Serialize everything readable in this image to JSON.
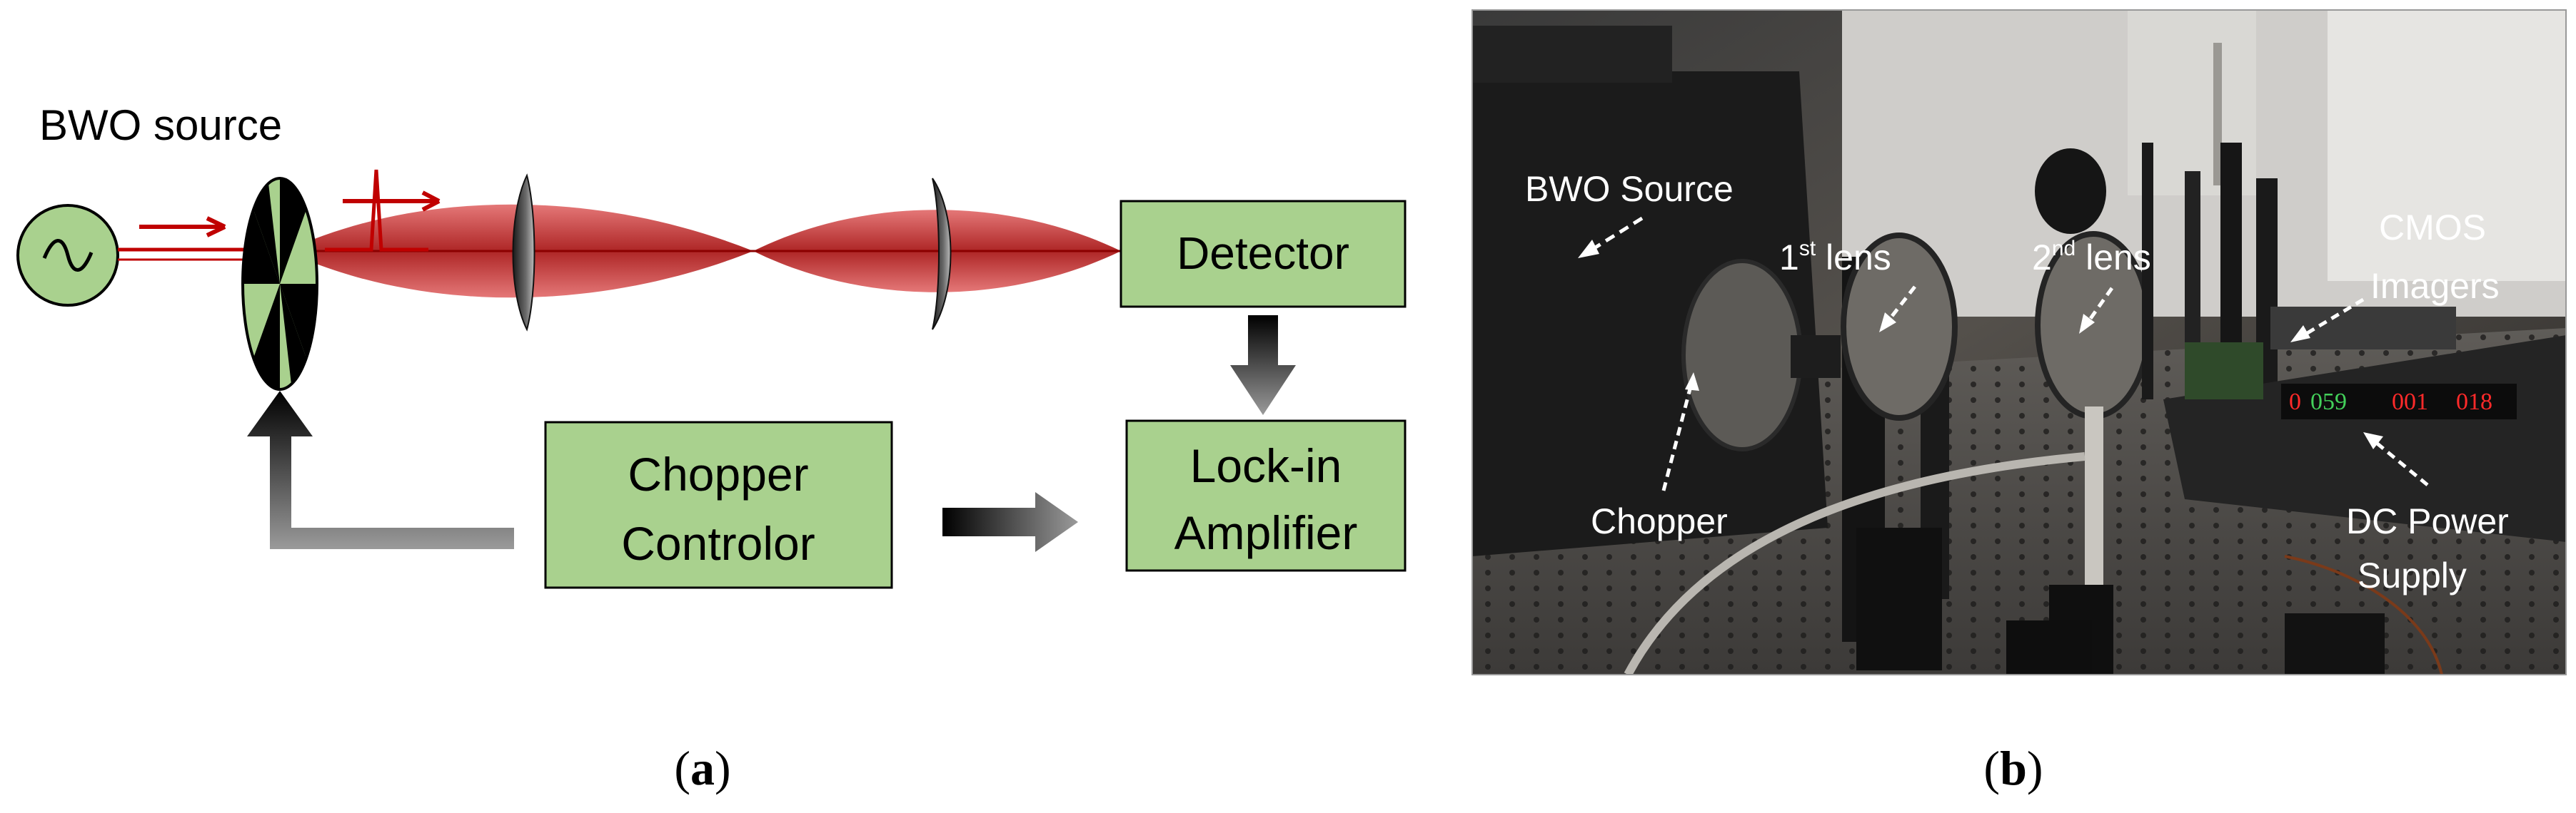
{
  "panel_a": {
    "caption_open": "(",
    "caption_letter": "a",
    "caption_close": ")",
    "source_label": "BWO source",
    "detector_label": "Detector",
    "chopper_line1": "Chopper",
    "chopper_line2": "Controlor",
    "lockin_line1": "Lock-in",
    "lockin_line2": "Amplifier",
    "colors": {
      "box_fill": "#a9d18e",
      "beam": "#c00000",
      "arrow_gray": "#8c8c8c",
      "arrow_dark": "#000000"
    }
  },
  "panel_b": {
    "caption_open": "(",
    "caption_letter": "b",
    "caption_close": ")",
    "labels": {
      "bwo_source": "BWO Source",
      "first_lens_num": "1",
      "first_lens_sup": "st",
      "first_lens_word": " lens",
      "second_lens_num": "2",
      "second_lens_sup": "nd",
      "second_lens_word": " lens",
      "cmos_line1": "CMOS",
      "cmos_line2": "Imagers",
      "chopper": "Chopper",
      "dc_line1": "DC Power",
      "dc_line2": "Supply"
    },
    "display_readouts": [
      "0",
      "059",
      "001",
      "018"
    ]
  }
}
